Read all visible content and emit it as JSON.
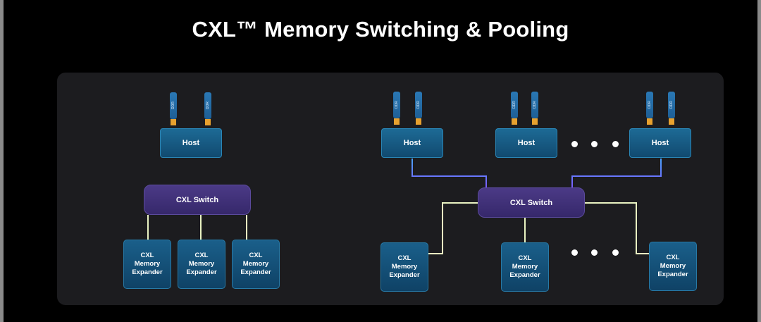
{
  "title": "CXL™ Memory Switching & Pooling",
  "labels": {
    "ddr": "DDR",
    "host": "Host",
    "switch": "CXL Switch",
    "expander": [
      "CXL",
      "Memory",
      "Expander"
    ]
  },
  "colors": {
    "background": "#000000",
    "panel": "#1c1c1f",
    "host_fill": "#15557f",
    "switch_fill": "#41307a",
    "expander_fill": "#145179",
    "ddr_contacts": "#e8a12e",
    "host_link": "#6a5cff",
    "expander_link": "#e9f3c2"
  }
}
